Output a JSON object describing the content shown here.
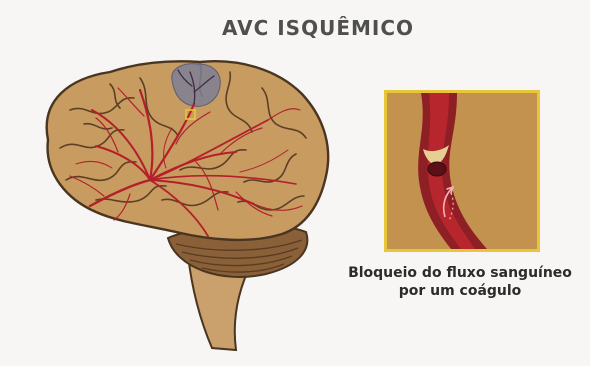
{
  "title": "AVC ISQUÊMICO",
  "caption": {
    "line1": "Bloqueio do fluxo sanguíneo",
    "line2": "por um coágulo"
  },
  "colors": {
    "background": "#f7f6f4",
    "brain_fill": "#c89b61",
    "brain_outline": "#4a3520",
    "vessel": "#b3202a",
    "ischemic_area": "#7d7f95",
    "highlight": "#e8c63a",
    "cerebellum": "#8a6038",
    "brainstem": "#caa06c"
  }
}
